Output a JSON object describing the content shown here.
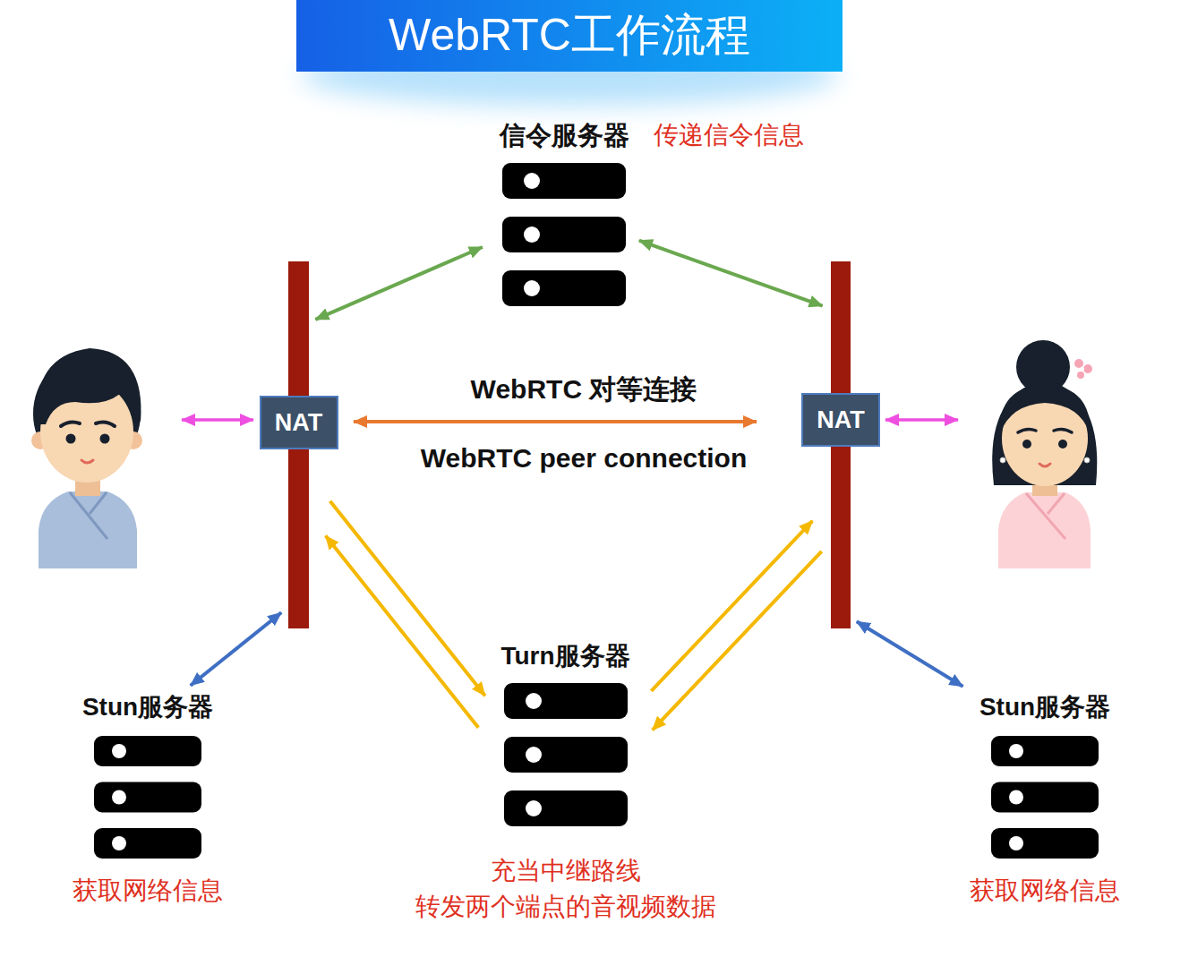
{
  "diagram": {
    "title": "WebRTC工作流程",
    "nodes": [
      {
        "text": [
          "信令服务器",
          "传递信令信息"
        ]
      },
      {
        "text": [
          "NAT"
        ]
      },
      {
        "text": [
          "NAT"
        ]
      },
      {
        "text": [
          "Turn服务器",
          "充当中继路线 转发两个端点的音视频数据"
        ]
      },
      {
        "text": [
          "Stun服务器",
          "获取网络信息"
        ]
      },
      {
        "text": [
          "Stun服务器",
          "获取网络信息"
        ]
      }
    ],
    "edges": [
      {
        "from": 0,
        "to": 1,
        "arrow": "both"
      },
      {
        "from": 0,
        "to": 2,
        "arrow": "both"
      },
      {
        "from": 1,
        "to": 2,
        "arrow": "both"
      },
      {
        "from": 1,
        "to": 3,
        "arrow": "to"
      },
      {
        "from": 3,
        "to": 1,
        "arrow": "to"
      },
      {
        "from": 3,
        "to": 2,
        "arrow": "to"
      },
      {
        "from": 2,
        "to": 3,
        "arrow": "to"
      },
      {
        "from": 4,
        "to": 1,
        "arrow": "both"
      },
      {
        "from": 5,
        "to": 2,
        "arrow": "both"
      }
    ],
    "labels": [
      "WebRTC 对等连接",
      "WebRTC peer connection"
    ]
  }
}
